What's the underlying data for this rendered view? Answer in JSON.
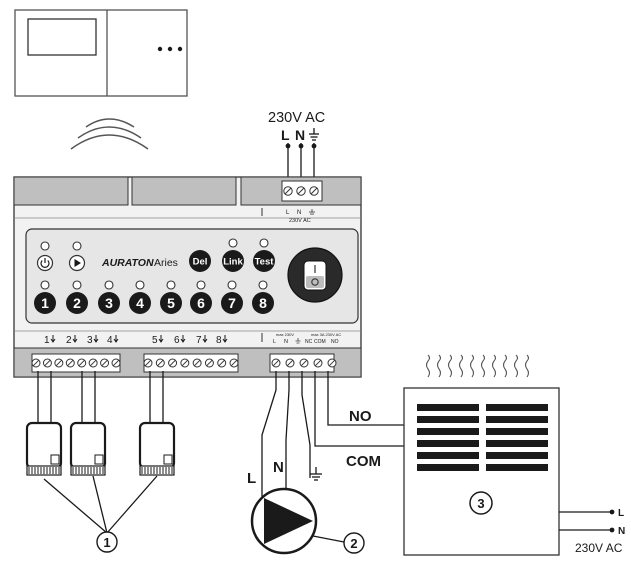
{
  "supply_top": {
    "voltage_label": "230V AC",
    "l_label": "L",
    "n_label": "N",
    "terminal_small_l": "L",
    "terminal_small_n": "N",
    "terminal_small_caption": "230V AC"
  },
  "controller": {
    "brand": "AURATON",
    "model": "Aries",
    "buttons": {
      "del": "Del",
      "link": "Link",
      "test": "Test"
    },
    "zones": [
      "1",
      "2",
      "3",
      "4",
      "5",
      "6",
      "7",
      "8"
    ],
    "bottom_zone_labels": [
      "1",
      "2",
      "3",
      "4",
      "5",
      "6",
      "7",
      "8"
    ],
    "bottom_small_labels": {
      "max_left": "max 230V",
      "l": "L",
      "n": "N",
      "max_right": "max 3A 230V AC",
      "nc": "NC",
      "com": "COM",
      "no": "NO"
    }
  },
  "wiring": {
    "pump_l": "L",
    "pump_n": "N",
    "no_label": "NO",
    "com_label": "COM"
  },
  "callouts": {
    "actuators": "1",
    "pump": "2",
    "heater": "3"
  },
  "heater_supply": {
    "l_label": "L",
    "n_label": "N",
    "voltage_label": "230V AC"
  },
  "colors": {
    "housing": "#f2f2f2",
    "front_panel": "#e6e6e6",
    "dark": "#1a1a1a",
    "gray_block": "#bfbfbf"
  }
}
